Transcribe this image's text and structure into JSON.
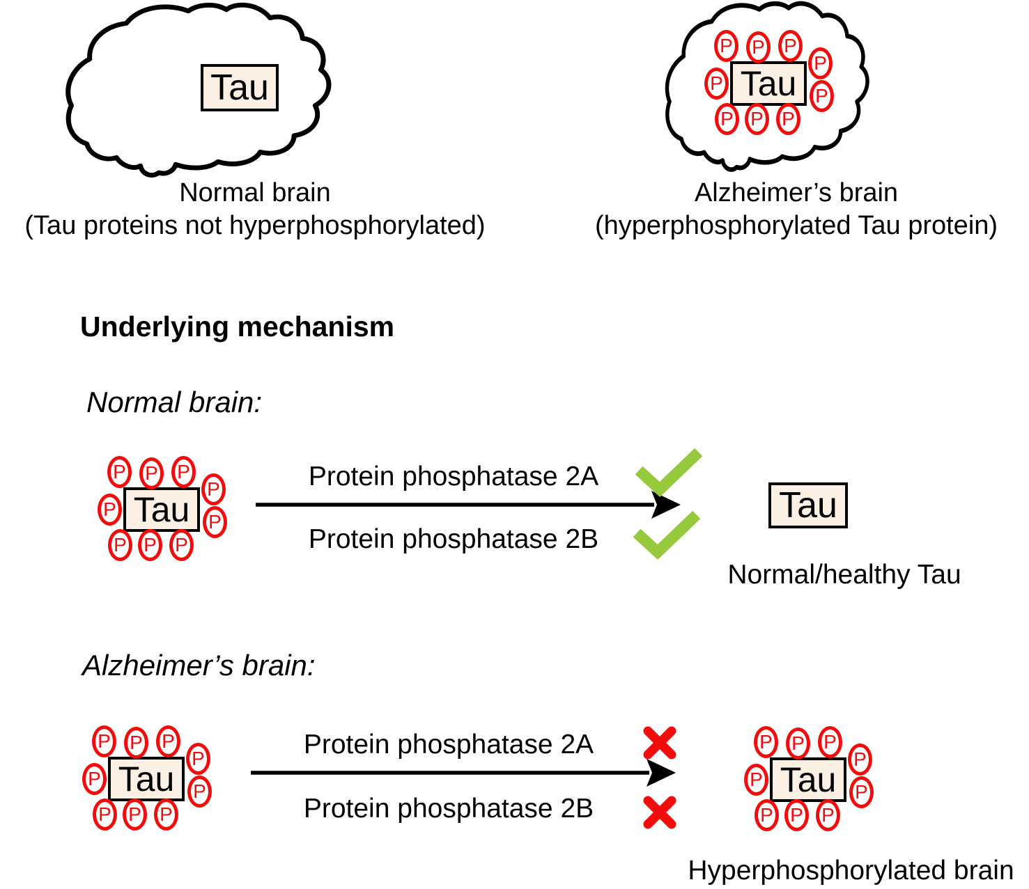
{
  "labels": {
    "tau": "Tau",
    "phosphate": "P"
  },
  "colors": {
    "red": "#f20d0d",
    "green": "#97c93d",
    "tau_box_fill": "#fcefe4"
  },
  "icons": {
    "success": "green-checkmark",
    "blocked": "red-cross",
    "flow": "right-arrow",
    "organ": "brain-outline"
  },
  "top": {
    "normal": {
      "title": "Normal brain",
      "subtitle": "(Tau proteins not hyperphosphorylated)"
    },
    "alzheimers": {
      "title": "Alzheimer’s brain",
      "subtitle": "(hyperphosphorylated Tau protein)"
    }
  },
  "mechanism": {
    "heading": "Underlying mechanism",
    "normal": {
      "heading": "Normal brain:",
      "enzyme_top": "Protein phosphatase 2A",
      "enzyme_bottom": "Protein phosphatase 2B",
      "result_label": "Normal/healthy Tau"
    },
    "alzheimers": {
      "heading": "Alzheimer’s brain:",
      "enzyme_top": "Protein phosphatase 2A",
      "enzyme_bottom": "Protein phosphatase 2B",
      "result_label": "Hyperphosphorylated brain"
    }
  }
}
